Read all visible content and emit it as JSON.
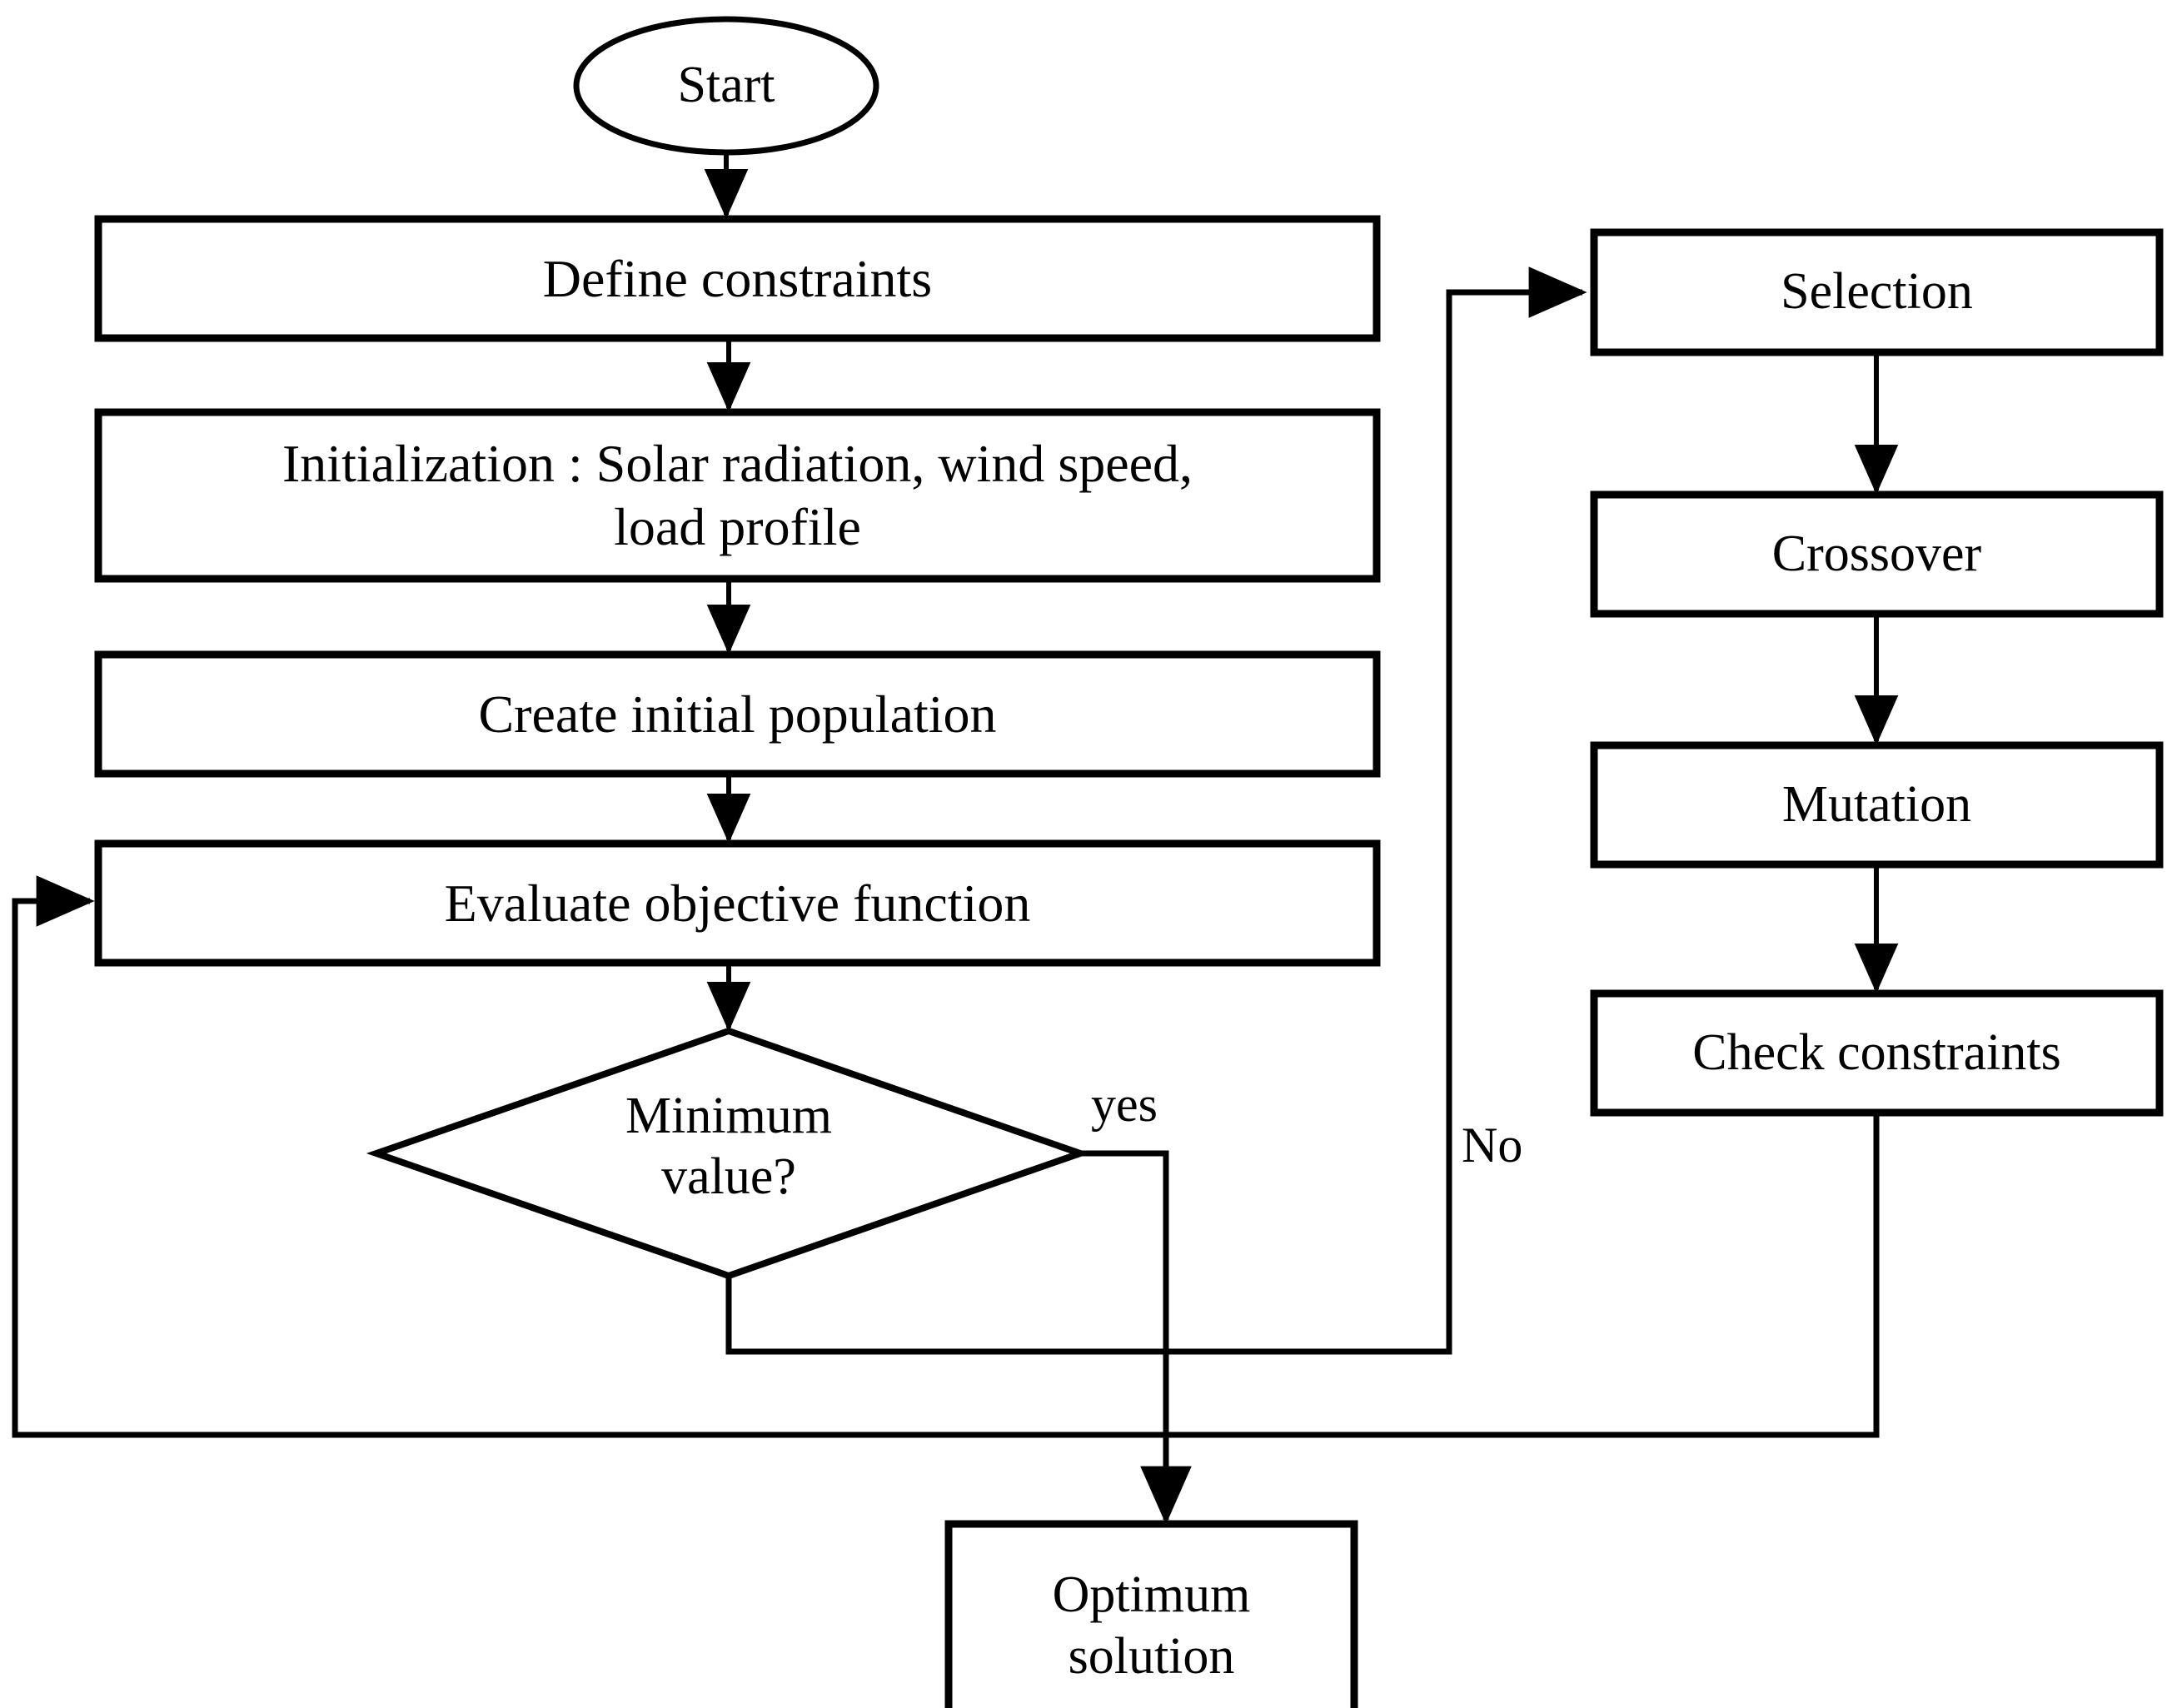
{
  "diagram": {
    "title": "Genetic algorithm optimization flowchart",
    "stroke_color": "#000000",
    "fill_color": "#ffffff",
    "background": "#ffffff"
  },
  "nodes": {
    "start": {
      "label": "Start",
      "shape": "ellipse"
    },
    "define_constraints": {
      "label": "Define constraints",
      "shape": "rectangle"
    },
    "initialization": {
      "label": "Initialization : Solar radiation, wind speed,\nload profile",
      "shape": "rectangle"
    },
    "create_population": {
      "label": "Create initial population",
      "shape": "rectangle"
    },
    "evaluate_objective": {
      "label": "Evaluate objective function",
      "shape": "rectangle"
    },
    "minimum_value": {
      "label": "Minimum\nvalue?",
      "shape": "diamond"
    },
    "selection": {
      "label": "Selection",
      "shape": "rectangle"
    },
    "crossover": {
      "label": "Crossover",
      "shape": "rectangle"
    },
    "mutation": {
      "label": "Mutation",
      "shape": "rectangle"
    },
    "check_constraints": {
      "label": "Check constraints",
      "shape": "rectangle"
    },
    "optimum_solution": {
      "label": "Optimum\nsolution",
      "shape": "rectangle"
    }
  },
  "edge_labels": {
    "yes": "yes",
    "no": "No"
  }
}
